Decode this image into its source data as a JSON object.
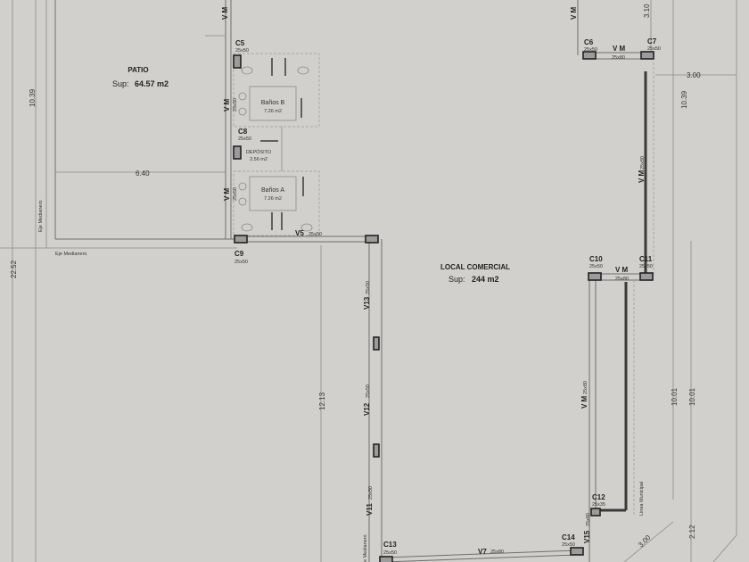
{
  "rooms": {
    "patio": {
      "name": "PATIO",
      "area_label": "Sup:",
      "area": "64.57 m2"
    },
    "local": {
      "name": "LOCAL COMERCIAL",
      "area_label": "Sup:",
      "area": "244 m2"
    },
    "banos_b": {
      "name": "Baños B",
      "area": "7.26 m2"
    },
    "deposito": {
      "name": "DEPÓSITO",
      "area": "2.56 m2"
    },
    "banos_a": {
      "name": "Baños A",
      "area": "7.26 m2"
    }
  },
  "columns": [
    {
      "id": "C5",
      "size": "25x50"
    },
    {
      "id": "C6",
      "size": "25x50"
    },
    {
      "id": "C7",
      "size": "25x50"
    },
    {
      "id": "C8",
      "size": "25x50"
    },
    {
      "id": "C9",
      "size": "25x50"
    },
    {
      "id": "C10",
      "size": "25x50"
    },
    {
      "id": "C11",
      "size": "25x50"
    },
    {
      "id": "C12",
      "size": "25x35"
    },
    {
      "id": "C13",
      "size": "25x50"
    },
    {
      "id": "C14",
      "size": "25x50"
    }
  ],
  "beams": {
    "vm": "V M",
    "vm_25x80": "25x80",
    "vm_25x50": "25x50",
    "v5": "V5",
    "v5_size": "25x50",
    "v13": "V13",
    "v13_size": "25x50",
    "v12": "V12",
    "v12_size": "25x50",
    "v11": "V11",
    "v11_size": "25x50",
    "v7": "V7",
    "v7_size": "25x80",
    "v15": "V15",
    "v15_size": "25x80"
  },
  "labels": {
    "eje_medianero": "Eje Medianero",
    "linea_municipal": "Linea Municipal",
    "medianero_partial": "e Medianero"
  },
  "dimensions": {
    "d1039": "10.39",
    "d640": "6.40",
    "d2252": "22.52",
    "d1213": "12.13",
    "d300": "3.00",
    "d310": "3.10",
    "d1001": "10.01",
    "d212": "2.12"
  }
}
